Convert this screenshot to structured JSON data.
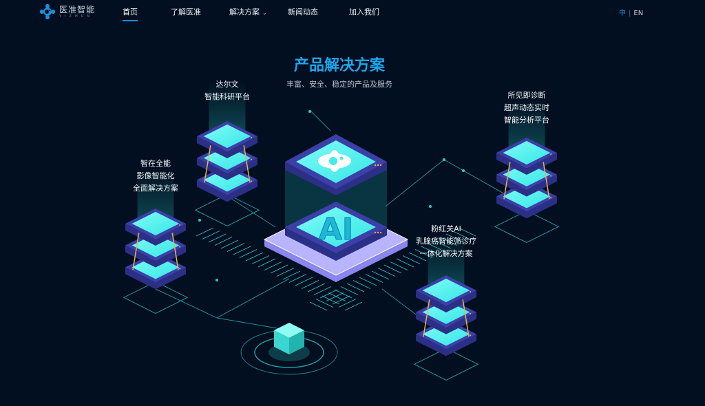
{
  "nav": {
    "logo_cn": "医准智能",
    "logo_en": "YIZHUN",
    "items": [
      {
        "label": "首页",
        "active": true
      },
      {
        "label": "了解医准"
      },
      {
        "label": "解决方案",
        "dropdown": true
      },
      {
        "label": "新闻动态"
      },
      {
        "label": "加入我们"
      }
    ],
    "lang": {
      "cn": "中",
      "en": "EN"
    }
  },
  "hero": {
    "title": "产品解决方案",
    "subtitle": "丰富、安全、稳定的产品及服务",
    "center_chip_text": "AI"
  },
  "products": [
    {
      "lines": [
        "达尔文",
        "智能科研平台"
      ]
    },
    {
      "lines": [
        "智在全能",
        "影像智能化",
        "全面解决方案"
      ]
    },
    {
      "lines": [
        "所见即诊断",
        "超声动态实时",
        "智能分析平台"
      ]
    },
    {
      "lines": [
        "粉红关AI",
        "乳腺癌智能筛诊疗",
        "一体化解决方案"
      ]
    }
  ],
  "colors": {
    "background": "#020f20",
    "accent": "#1ba6ee",
    "cyan": "#4ff5f0",
    "purple": "#3a3a9a"
  }
}
